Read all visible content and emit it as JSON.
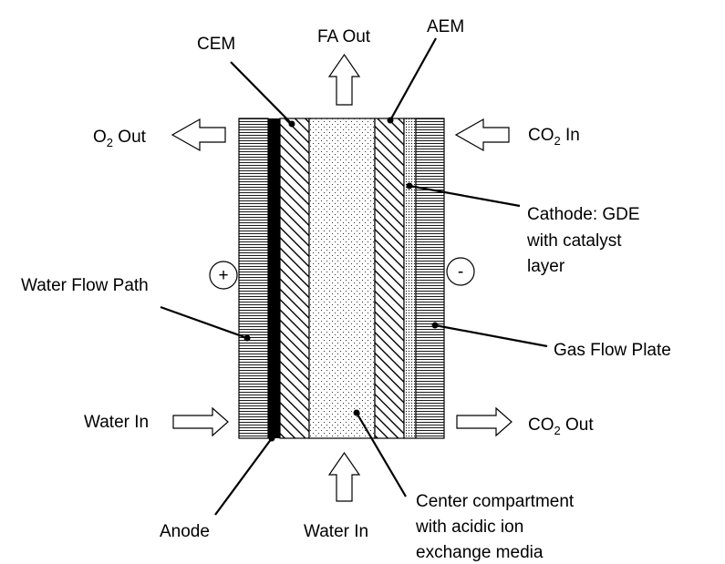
{
  "labels": {
    "cem": "CEM",
    "fa_out": "FA Out",
    "aem": "AEM",
    "o2_out": {
      "main": "O",
      "sub": "2",
      "rest": " Out"
    },
    "co2_in": {
      "main": "CO",
      "sub": "2",
      "rest": " In"
    },
    "cathode_line1": "Cathode: GDE",
    "cathode_line2": "with catalyst",
    "cathode_line3": "layer",
    "plus": "+",
    "minus": "-",
    "water_flow_path": "Water Flow Path",
    "gas_flow_plate": "Gas Flow Plate",
    "water_in_left": "Water In",
    "co2_out": {
      "main": "CO",
      "sub": "2",
      "rest": " Out"
    },
    "anode": "Anode",
    "water_in_bottom": "Water In",
    "center_line1": "Center compartment",
    "center_line2": "with acidic ion",
    "center_line3": "exchange media"
  }
}
